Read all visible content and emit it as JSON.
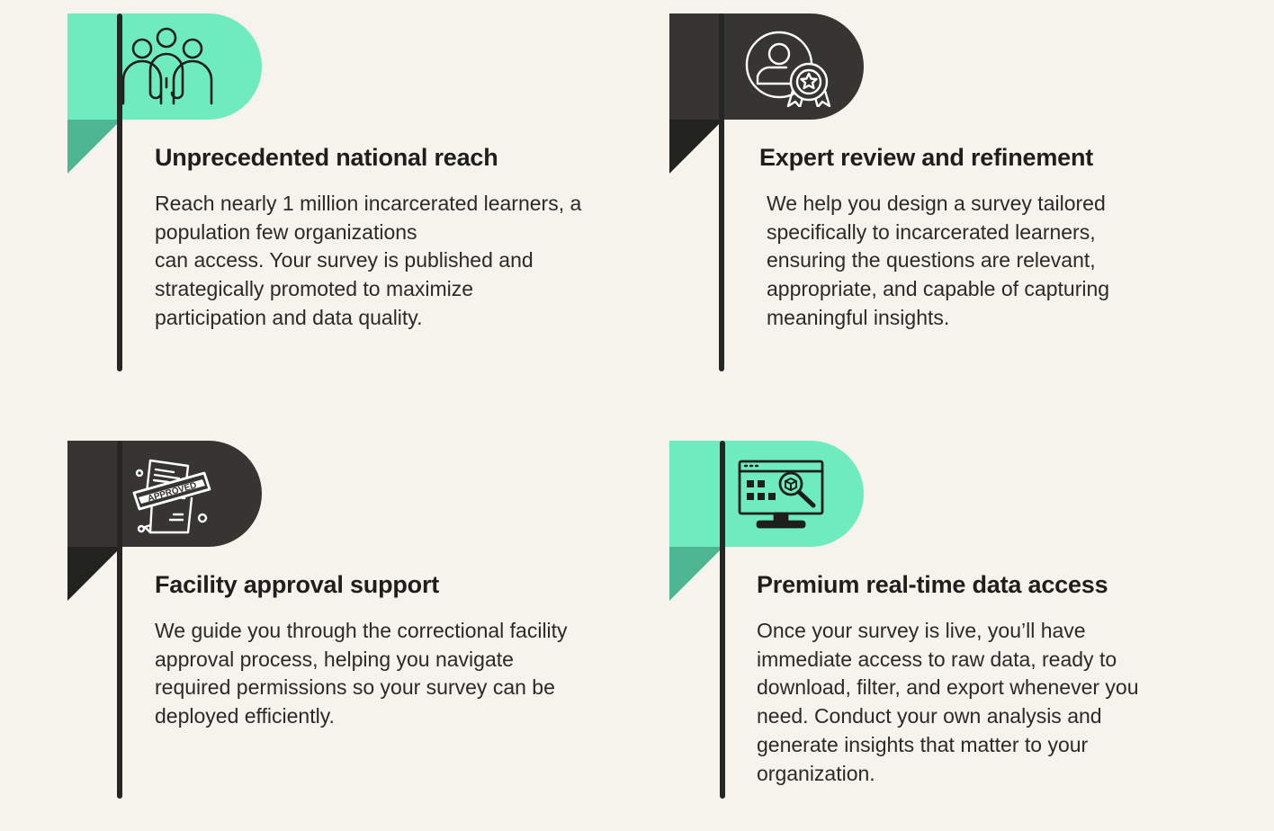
{
  "colors": {
    "background": "#f5f3eb",
    "accent_green": "#6eecbf",
    "accent_green_fold": "#4fb694",
    "dark_flag": "#363532",
    "dark_fold": "#22221f",
    "pole": "#262624",
    "text": "#1e1e1c"
  },
  "features": [
    {
      "title": "Unprecedented national reach",
      "icon": "people-group-icon",
      "flag_color": "green",
      "lines": [
        "Reach nearly 1 million incarcerated learners, a",
        "population few organizations",
        "can access. Your survey is published and",
        "strategically promoted to maximize",
        "participation and data quality."
      ]
    },
    {
      "title": "Expert review and refinement",
      "icon": "expert-badge-icon",
      "flag_color": "dark",
      "lines": [
        "We help you design a survey tailored",
        "specifically to incarcerated learners,",
        "ensuring the questions are relevant,",
        "appropriate, and capable of capturing",
        "meaningful insights."
      ]
    },
    {
      "title": "Facility approval support",
      "icon": "approved-document-icon",
      "icon_text": "APPROVED",
      "flag_color": "dark",
      "lines": [
        "We guide you through the correctional facility",
        "approval process, helping you navigate",
        "required permissions so your survey can be",
        "deployed efficiently."
      ]
    },
    {
      "title": "Premium real-time data access",
      "icon": "data-monitor-search-icon",
      "flag_color": "green",
      "lines": [
        "Once your survey is live, you’ll have",
        "immediate access to raw data, ready to",
        "download, filter, and export whenever you",
        "need. Conduct your own analysis and",
        "generate insights that matter to your",
        "organization."
      ]
    }
  ]
}
